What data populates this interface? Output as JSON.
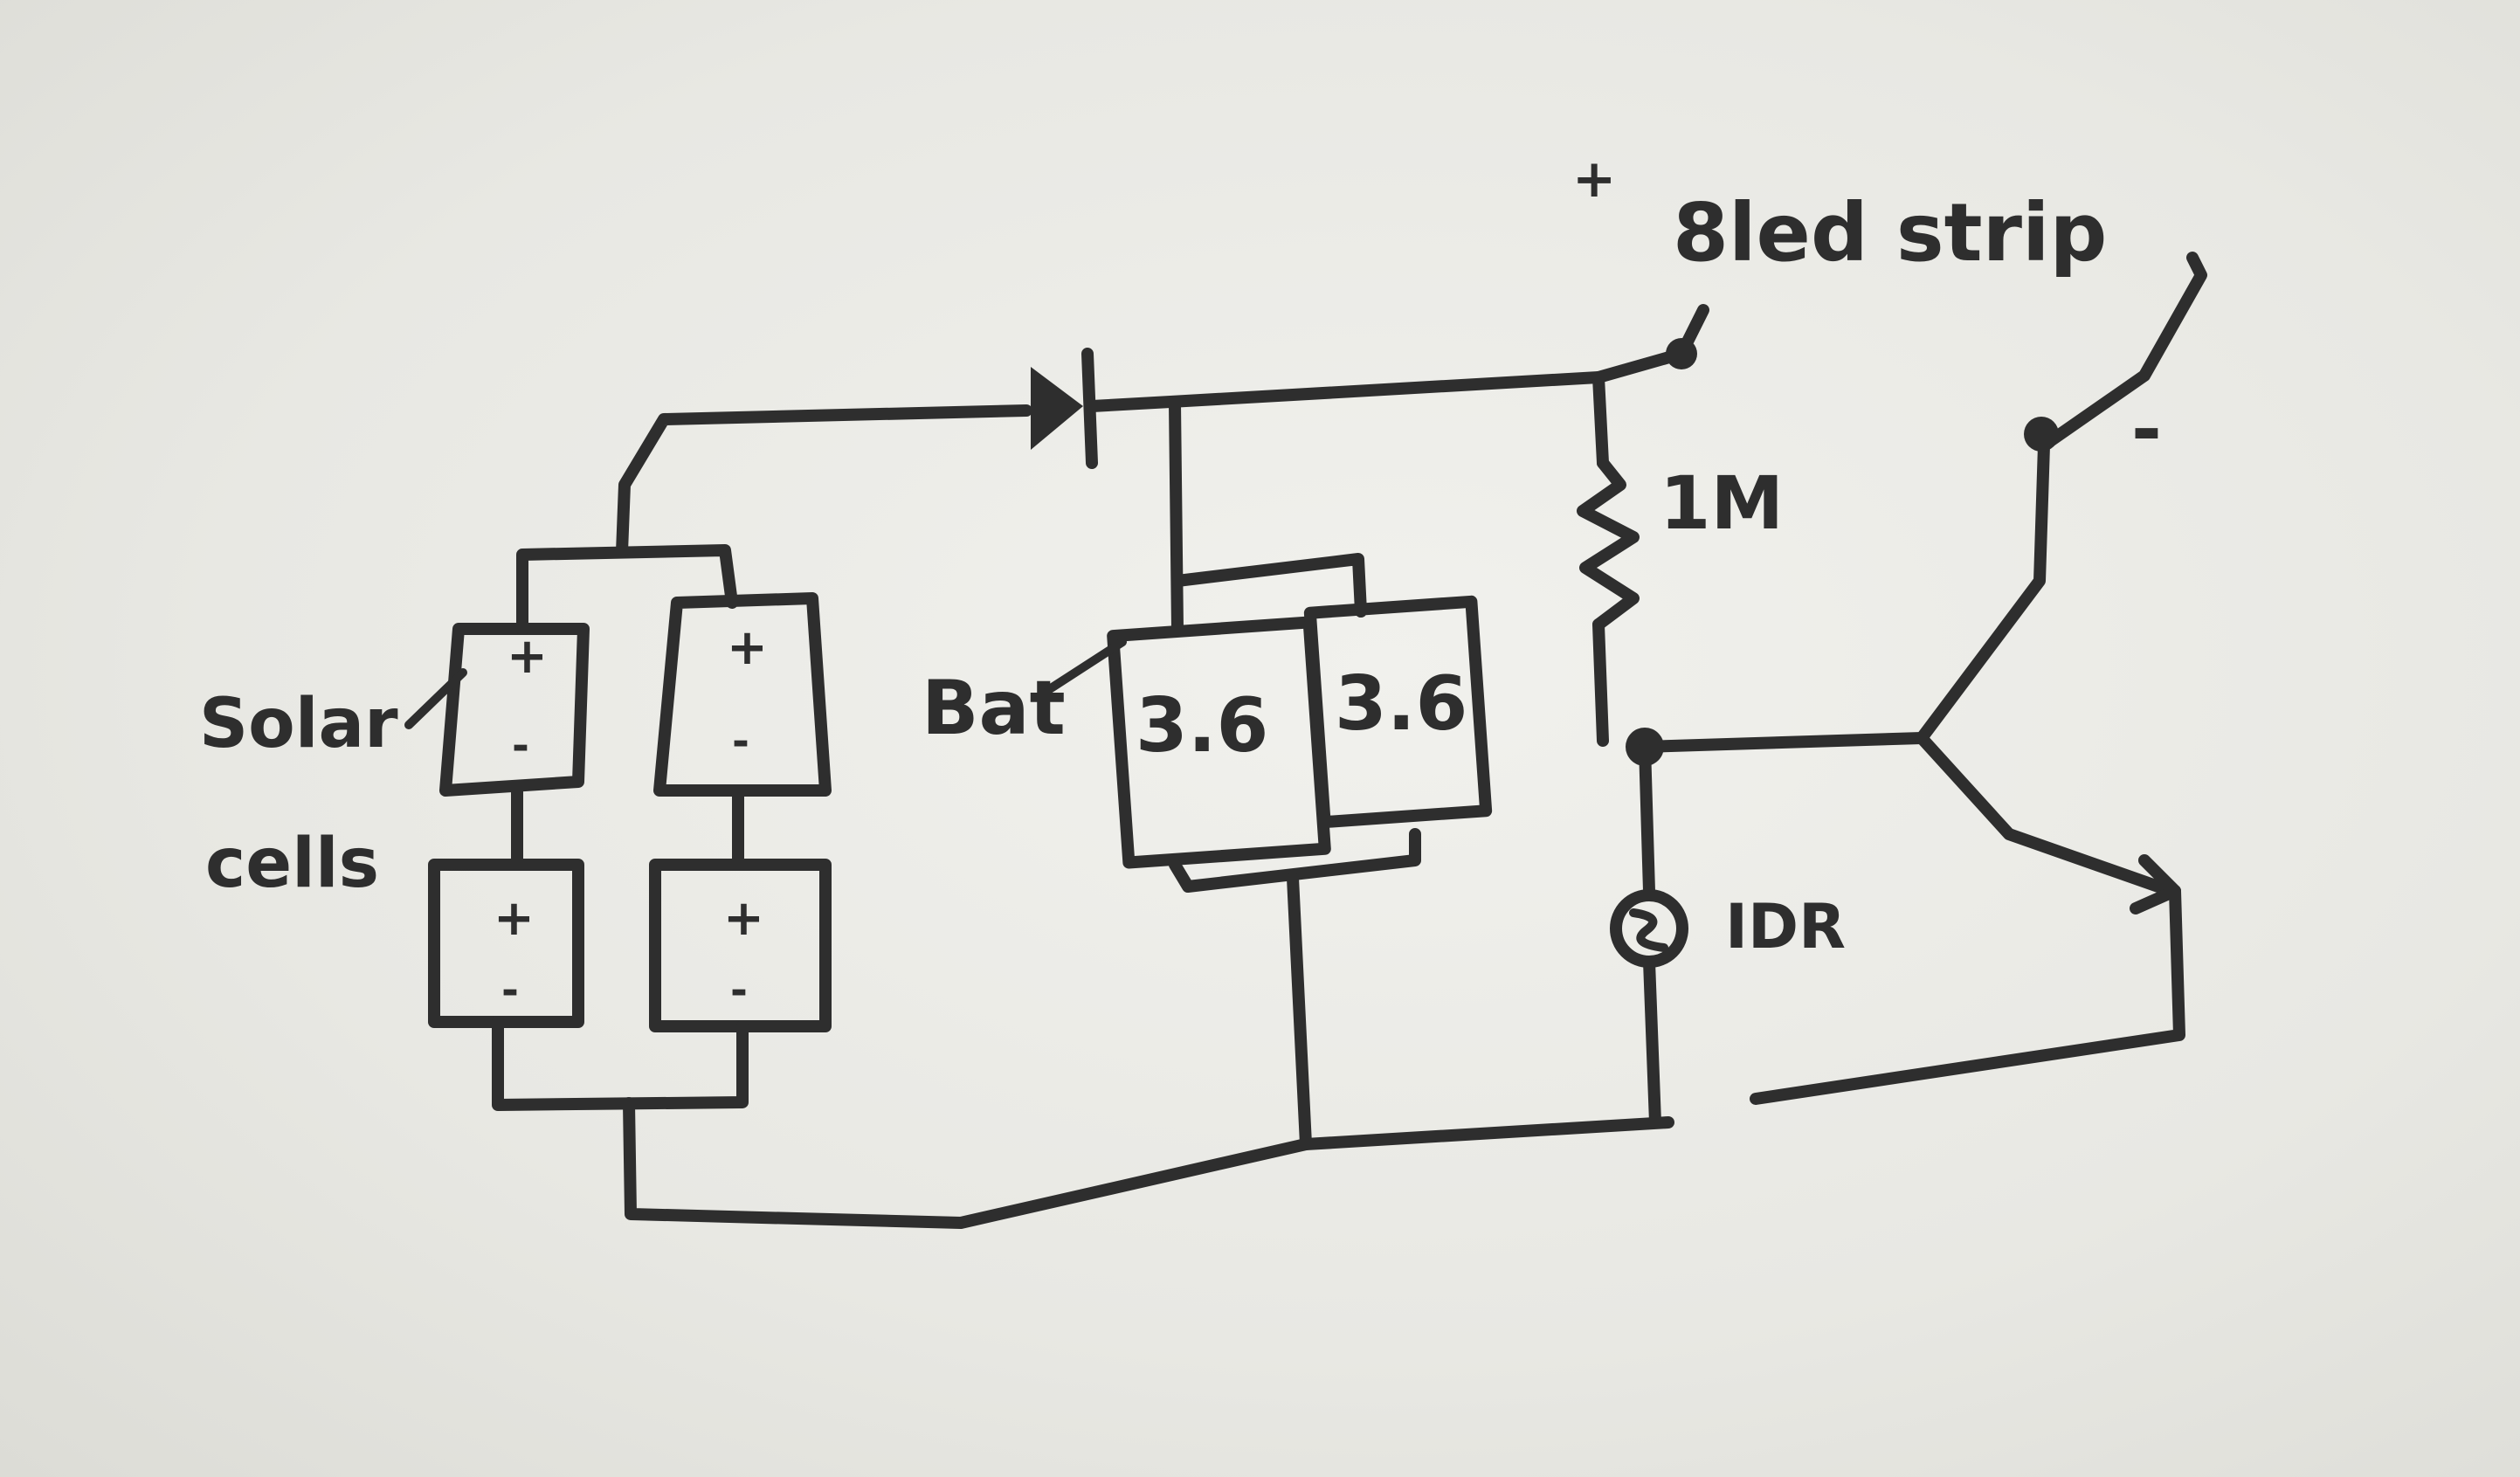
{
  "labels": {
    "solar_line1": "Solar",
    "solar_line2": "cells",
    "battery": "Bat",
    "battery_cell_1": "3.6",
    "battery_cell_2": "3.6",
    "led_plus": "+",
    "led_strip": "8led strip",
    "led_minus": "-",
    "resistor": "1M",
    "ldr": "IDR",
    "cell_plus": "+",
    "cell_minus": "-"
  },
  "colors": {
    "ink": "#2e2e2e",
    "paper": "#ecece7"
  }
}
